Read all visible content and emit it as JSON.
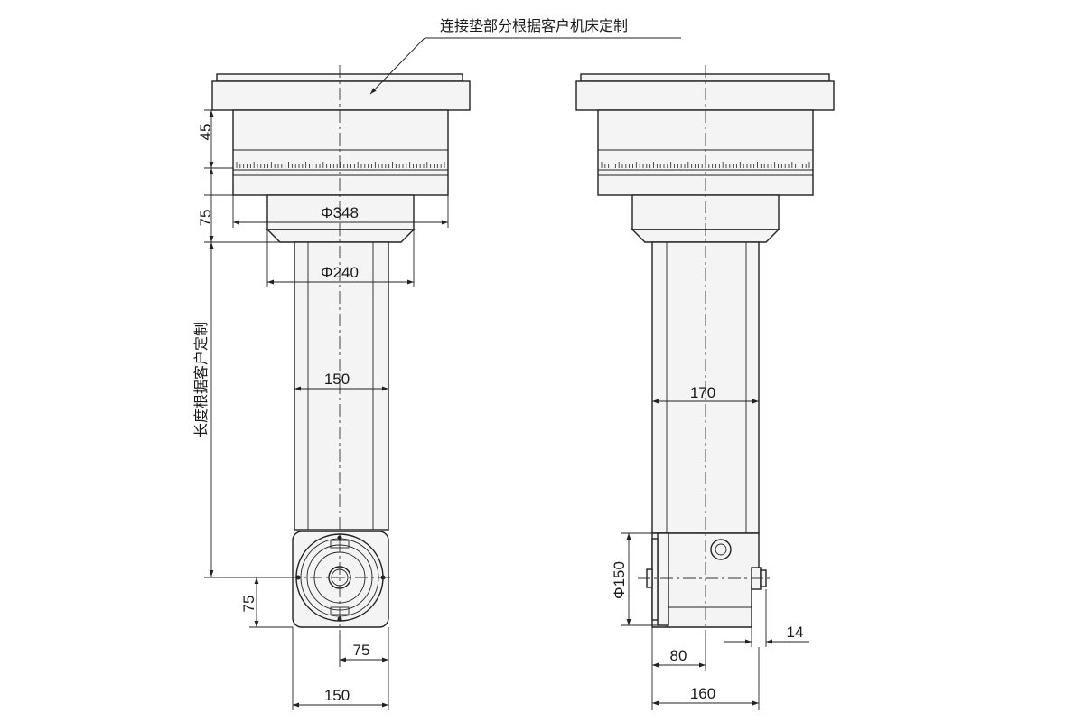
{
  "notes": {
    "top_note": "连接垫部分根据客户机床定制",
    "length_note": "长度根据客户定制"
  },
  "dimensions": {
    "d45": "45",
    "d75_top": "75",
    "phi348": "Φ348",
    "phi240": "Φ240",
    "w150_column": "150",
    "d75_left": "75",
    "d75_bottom": "75",
    "w150_bottom": "150",
    "w170": "170",
    "phi150": "Φ150",
    "d14": "14",
    "d80": "80",
    "d160": "160"
  },
  "colors": {
    "line": "#222222",
    "fill": "#f4f4f4"
  }
}
